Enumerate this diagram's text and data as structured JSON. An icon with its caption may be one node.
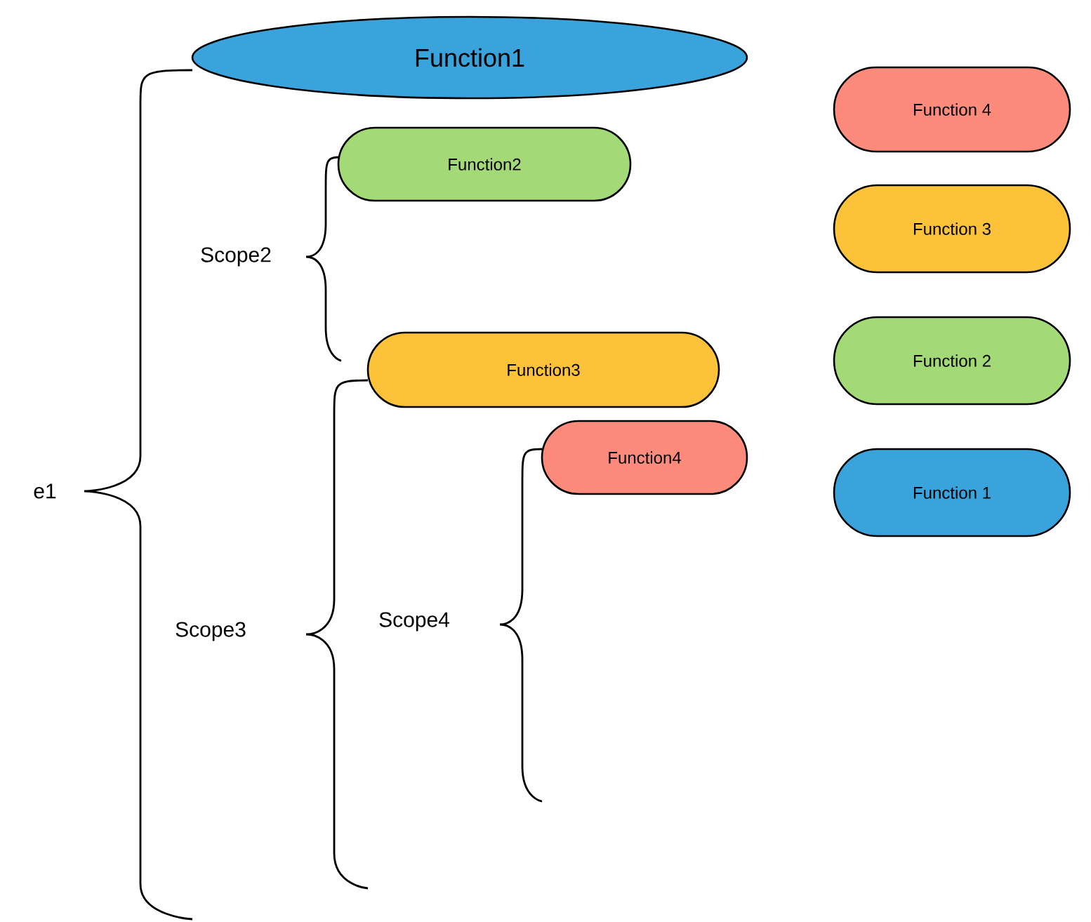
{
  "diagram": {
    "nodes": [
      {
        "text": [
          "Function1"
        ]
      },
      {
        "text": [
          "Function2"
        ]
      },
      {
        "text": [
          "Function3"
        ]
      },
      {
        "text": [
          "Function4"
        ]
      },
      {
        "text": [
          "Function 4"
        ]
      },
      {
        "text": [
          "Function 3"
        ]
      },
      {
        "text": [
          "Function 2"
        ]
      },
      {
        "text": [
          "Function 1"
        ]
      }
    ],
    "labels": [
      "e1",
      "Scope2",
      "Scope3",
      "Scope4"
    ]
  }
}
